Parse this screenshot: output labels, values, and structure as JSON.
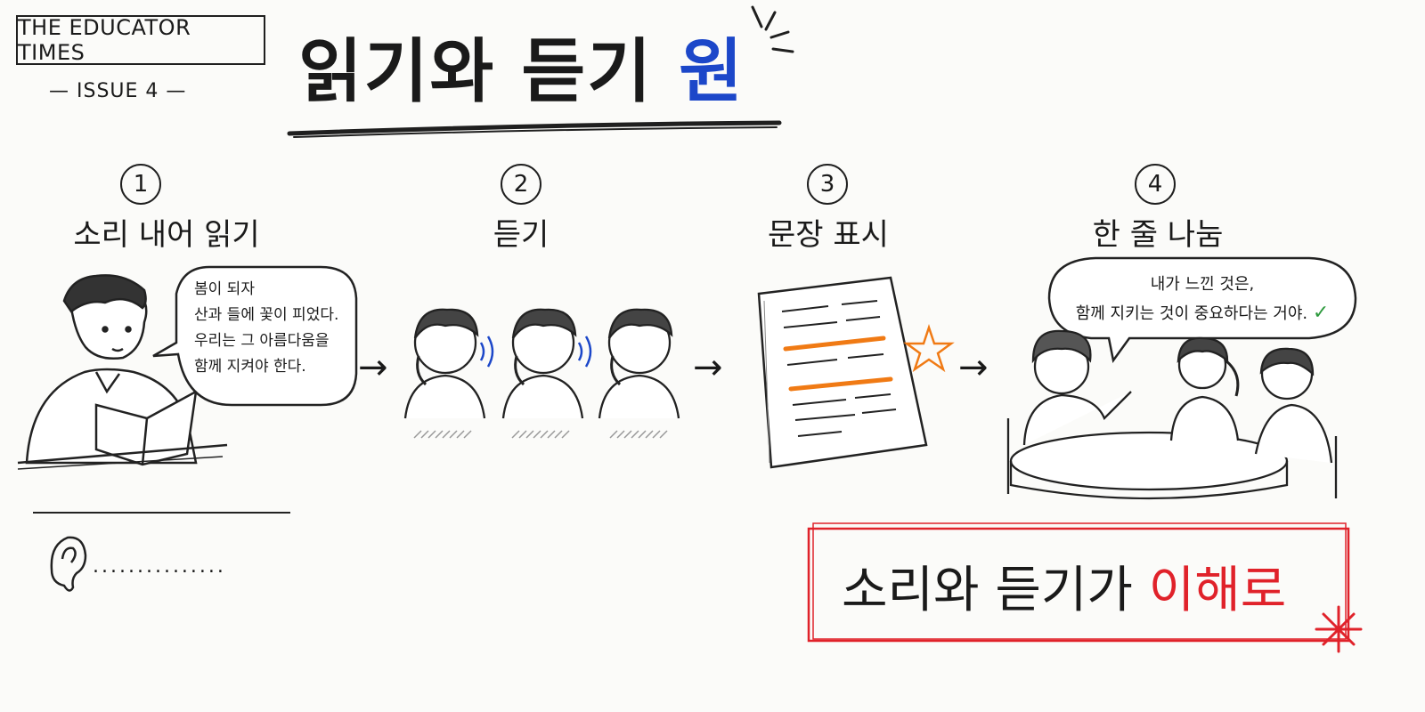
{
  "masthead": {
    "name": "THE EDUCATOR TIMES",
    "issue": "— ISSUE 4 —"
  },
  "title": {
    "main": "읽기와 듣기",
    "accent": "원"
  },
  "steps": [
    {
      "number": "1",
      "label": "소리 내어 읽기"
    },
    {
      "number": "2",
      "label": "듣기"
    },
    {
      "number": "3",
      "label": "문장 표시"
    },
    {
      "number": "4",
      "label": "한 줄 나눔"
    }
  ],
  "reading_bubble": {
    "lines": [
      "봄이 되자",
      "산과 들에 꽃이 피었다.",
      "우리는 그 아름다움을",
      "함께 지켜야 한다."
    ]
  },
  "sharing_bubble": {
    "lines": [
      "내가 느낀 것은,",
      "함께 지키는 것이 중요하다는 거야."
    ],
    "check": "✓"
  },
  "arrows": [
    "→",
    "→",
    "→"
  ],
  "note": {
    "dots": "..............."
  },
  "footer": {
    "main": "소리와 듣기가",
    "accent": "이해로"
  },
  "colors": {
    "blue": "#1c47c9",
    "red": "#e0222a",
    "orange": "#f07a14",
    "green": "#2e9a3e"
  }
}
